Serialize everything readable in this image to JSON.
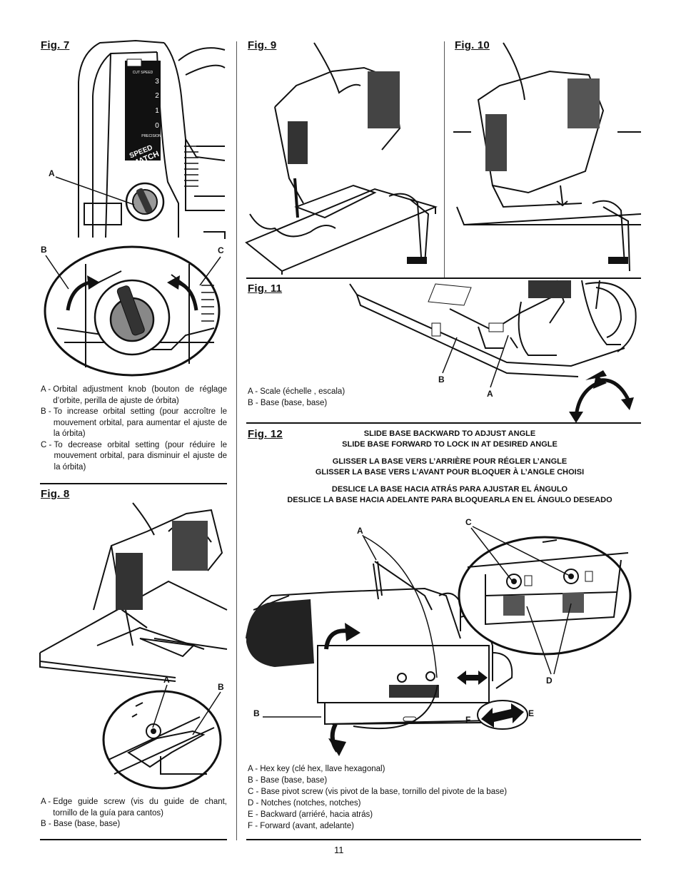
{
  "fig7": {
    "title": "Fig. 7",
    "callouts": {
      "a": "A",
      "b": "B",
      "c": "C"
    },
    "dial": {
      "header": "CUT SPEED",
      "marks": [
        "3",
        "2",
        "1",
        "0"
      ],
      "footer": "PRECISION",
      "logo_top": "SPEED",
      "logo_bottom": "MATCH"
    },
    "legend": [
      {
        "key": "A - ",
        "text": "Orbital adjustment knob (bouton de réglage d’orbite, perilla de ajuste de órbita)"
      },
      {
        "key": "B - ",
        "text": "To increase orbital setting (pour accroître le mouvement orbital, para aumentar el ajuste de la órbita)"
      },
      {
        "key": "C - ",
        "text": "To decrease orbital setting (pour réduire le mouvement orbital, para disminuir el ajuste de la órbita)"
      }
    ]
  },
  "fig8": {
    "title": "Fig. 8",
    "callouts": {
      "a": "A",
      "b": "B"
    },
    "legend": [
      {
        "key": "A - ",
        "text": "Edge guide screw (vis du guide de chant, tornillo de la guía para cantos)"
      },
      {
        "key": "B - ",
        "text": "Base (base, base)"
      }
    ]
  },
  "fig9": {
    "title": "Fig. 9"
  },
  "fig10": {
    "title": "Fig. 10"
  },
  "fig11": {
    "title": "Fig. 11",
    "callouts": {
      "a": "A",
      "b": "B"
    },
    "legend": [
      "A - Scale (échelle , escala)",
      "B - Base (base, base)"
    ]
  },
  "fig12": {
    "title": "Fig. 12",
    "instructions": {
      "en": [
        "SLIDE BASE BACKWARD TO ADJUST ANGLE",
        "SLIDE BASE FORWARD TO LOCK IN AT DESIRED ANGLE"
      ],
      "fr": [
        "GLISSER LA BASE VERS L’ARRIÈRE POUR RÉGLER L’ANGLE",
        "GLISSER LA BASE VERS L’AVANT POUR BLOQUER À L’ANGLE CHOISI"
      ],
      "es": [
        "DESLICE LA BASE HACIA ATRÁS PARA AJUSTAR EL ÁNGULO",
        "DESLICE LA BASE HACIA ADELANTE PARA BLOQUEARLA EN EL ÁNGULO DESEADO"
      ]
    },
    "callouts": {
      "a": "A",
      "b": "B",
      "c": "C",
      "d": "D",
      "e": "E",
      "f": "F"
    },
    "legend": [
      "A - Hex key (clé hex, llave hexagonal)",
      "B - Base (base, base)",
      "C - Base pivot screw (vis pivot de la base, tornillo del pivote de la base)",
      "D - Notches (notches, notches)",
      "E - Backward (arriéré, hacia atrás)",
      "F - Forward (avant, adelante)"
    ]
  },
  "page_number": "11"
}
